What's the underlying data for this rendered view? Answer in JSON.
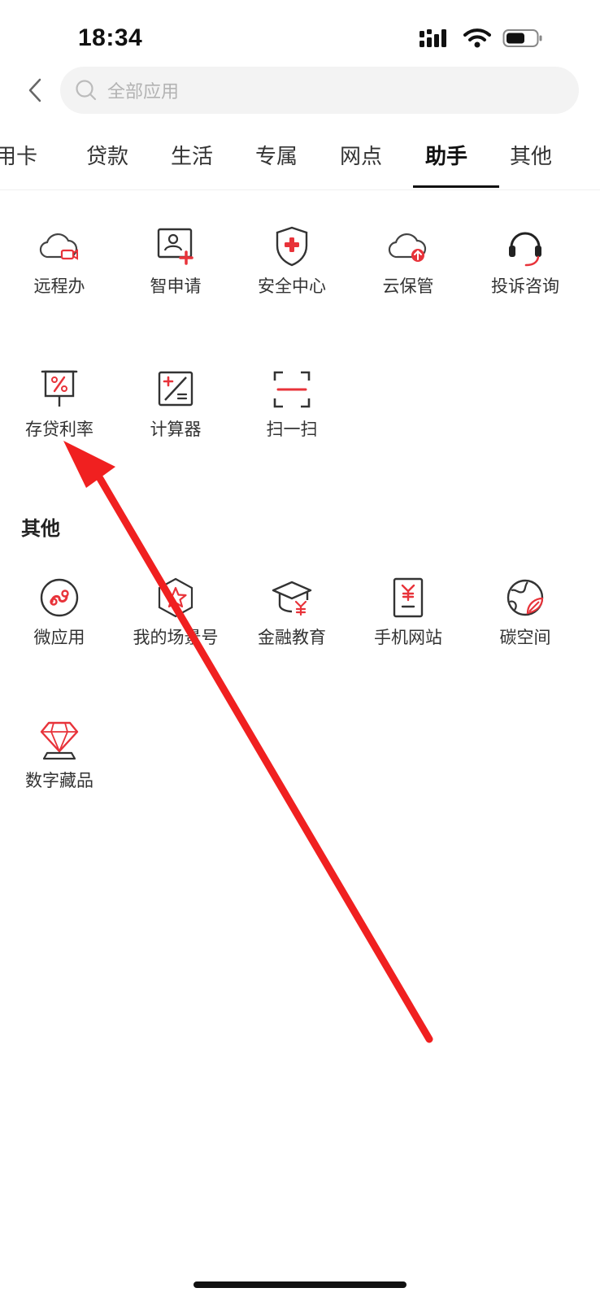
{
  "status_bar": {
    "time": "18:34"
  },
  "search": {
    "placeholder": "全部应用"
  },
  "tabs": [
    {
      "label": "用卡"
    },
    {
      "label": "贷款"
    },
    {
      "label": "生活"
    },
    {
      "label": "专属"
    },
    {
      "label": "网点"
    },
    {
      "label": "助手",
      "active": true
    },
    {
      "label": "其他"
    }
  ],
  "assistant_items": [
    {
      "label": "远程办",
      "icon": "cloud-video-icon"
    },
    {
      "label": "智申请",
      "icon": "profile-add-icon"
    },
    {
      "label": "安全中心",
      "icon": "shield-plus-icon"
    },
    {
      "label": "云保管",
      "icon": "cloud-upload-icon"
    },
    {
      "label": "投诉咨询",
      "icon": "headset-icon"
    },
    {
      "label": "存贷利率",
      "icon": "rate-board-icon"
    },
    {
      "label": "计算器",
      "icon": "calculator-icon"
    },
    {
      "label": "扫一扫",
      "icon": "scan-icon"
    }
  ],
  "other_section": {
    "title": "其他",
    "items": [
      {
        "label": "微应用",
        "icon": "mini-app-icon"
      },
      {
        "label": "我的场景号",
        "icon": "star-hexagon-icon"
      },
      {
        "label": "金融教育",
        "icon": "graduation-cap-icon"
      },
      {
        "label": "手机网站",
        "icon": "mobile-site-icon"
      },
      {
        "label": "碳空间",
        "icon": "globe-leaf-icon"
      },
      {
        "label": "数字藏品",
        "icon": "diamond-icon"
      }
    ]
  },
  "colors": {
    "accent": "#e8333a",
    "icon_stroke": "#333333",
    "annotation_arrow": "#f02020"
  }
}
